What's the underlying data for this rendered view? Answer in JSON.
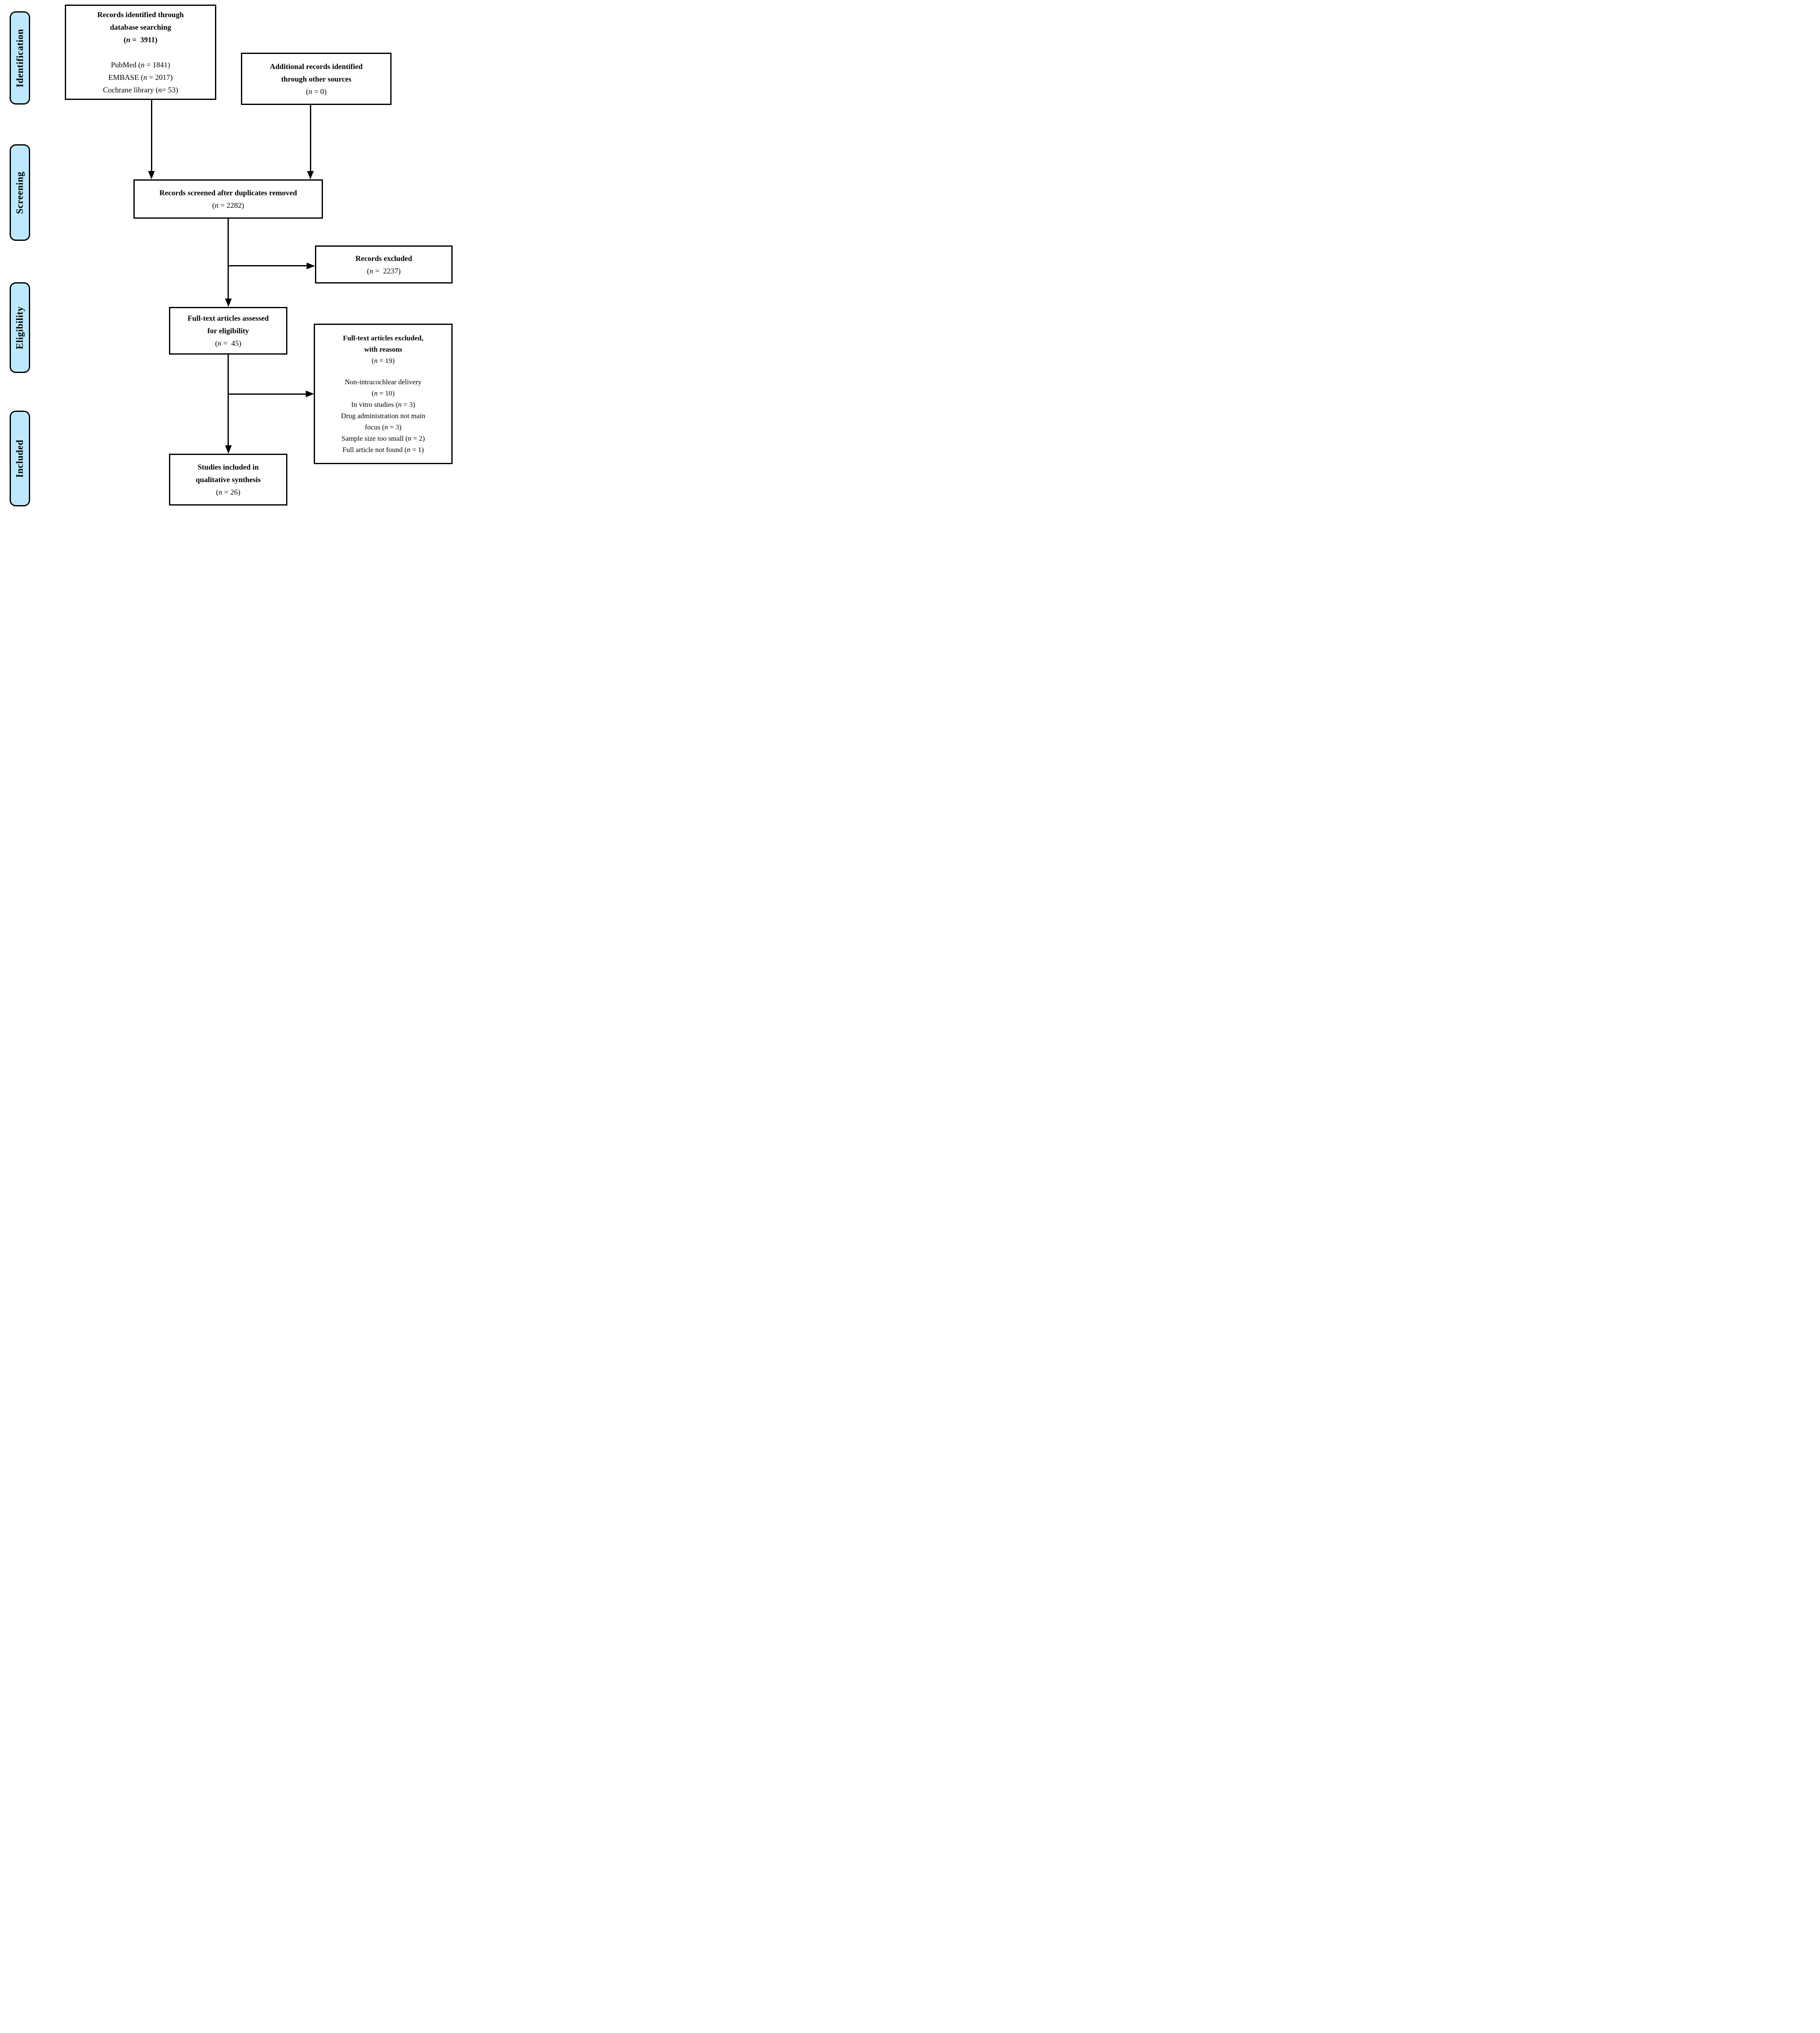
{
  "colors": {
    "background": "#ffffff",
    "stage_fill": "#bee9fc",
    "line": "#000000",
    "text": "#000000"
  },
  "stages": [
    {
      "label": "Identification"
    },
    {
      "label": "Screening"
    },
    {
      "label": "Eligibility"
    },
    {
      "label": "Included"
    }
  ],
  "boxes": {
    "identified": {
      "title_lines": [
        "Records identified through",
        "database searching",
        "(n =  3911)"
      ],
      "detail_lines": [
        "PubMed (n = 1841)",
        "EMBASE (n = 2017)",
        "Cochrane library (n= 53)"
      ]
    },
    "additional": {
      "title_lines": [
        "Additional records identified",
        "through other sources"
      ],
      "count_lines": [
        "(n = 0)"
      ]
    },
    "screened": {
      "title_lines": [
        "Records screened after duplicates removed"
      ],
      "count_lines": [
        "(n = 2282)"
      ]
    },
    "records_excluded": {
      "title_lines": [
        "Records excluded"
      ],
      "count_lines": [
        "(n =  2237)"
      ]
    },
    "fulltext_assessed": {
      "title_lines": [
        "Full-text articles assessed",
        "for eligibility"
      ],
      "count_lines": [
        "(n =  45)"
      ]
    },
    "fulltext_excluded": {
      "title_lines": [
        "Full-text articles excluded,",
        "with reasons"
      ],
      "count_lines": [
        "(n = 19)"
      ],
      "reason_lines": [
        "Non-intracochlear delivery",
        "(n = 10)",
        "In vitro studies (n = 3)",
        "Drug administration not main",
        "focus (n = 3)",
        "Sample size too small (n = 2)",
        "Full article not found (n = 1)"
      ]
    },
    "included_qualitative": {
      "title_lines": [
        "Studies included in",
        "qualitative synthesis"
      ],
      "count_lines": [
        "(n = 26)"
      ]
    }
  }
}
